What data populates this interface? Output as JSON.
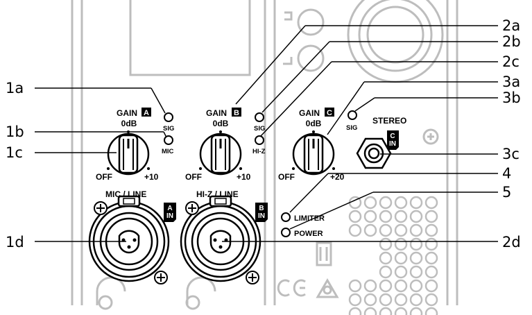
{
  "channel_a": {
    "gain_label": "GAIN",
    "gain_badge": "A",
    "odb": "0dB",
    "off": "OFF",
    "max": "+10",
    "sig": "SIG",
    "mic": "MIC",
    "input_label": "MIC / LINE",
    "in_badge_top": "A",
    "in_badge_bottom": "IN"
  },
  "channel_b": {
    "gain_label": "GAIN",
    "gain_badge": "B",
    "odb": "0dB",
    "off": "OFF",
    "max": "+10",
    "sig": "SIG",
    "hiz": "HI-Z",
    "input_label": "HI-Z / LINE",
    "in_badge_top": "B",
    "in_badge_bottom": "IN"
  },
  "channel_c": {
    "gain_label": "GAIN",
    "gain_badge": "C",
    "odb": "0dB",
    "off": "OFF",
    "max": "+20",
    "sig": "SIG",
    "stereo": "STEREO",
    "in_badge_top": "C",
    "in_badge_bottom": "IN"
  },
  "indicators": {
    "limiter": "LIMITER",
    "power": "POWER"
  },
  "callouts": {
    "left": [
      "1a",
      "1b",
      "1c",
      "1d"
    ],
    "right": [
      "2a",
      "2b",
      "2c",
      "3a",
      "3b",
      "3c",
      "4",
      "5",
      "2d"
    ]
  },
  "colors": {
    "panel_line": "#bbbbbb",
    "ink": "#000000"
  }
}
